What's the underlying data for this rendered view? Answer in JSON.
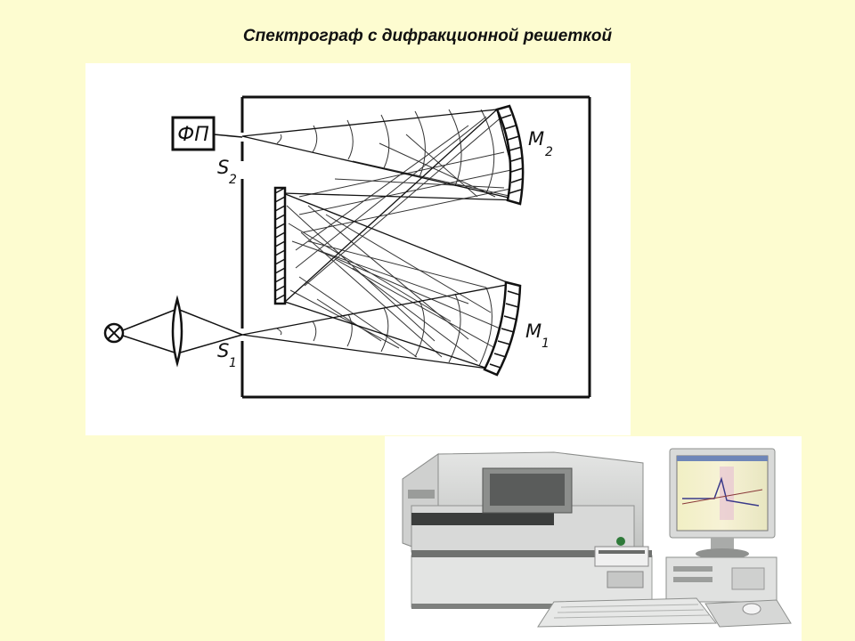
{
  "slide": {
    "title": "Спектрограф с дифракционной решеткой",
    "background_color": "#FDFCD0"
  },
  "diagram": {
    "labels": {
      "photodetector": "ФП",
      "slit_out": "S",
      "slit_out_sub": "2",
      "slit_in": "S",
      "slit_in_sub": "1",
      "mirror_top": "M",
      "mirror_top_sub": "2",
      "mirror_bottom": "M",
      "mirror_bottom_sub": "1"
    }
  },
  "photo": {
    "description_icons": [
      "spectrometer-instrument",
      "computer-monitor",
      "keyboard",
      "mouse"
    ]
  }
}
